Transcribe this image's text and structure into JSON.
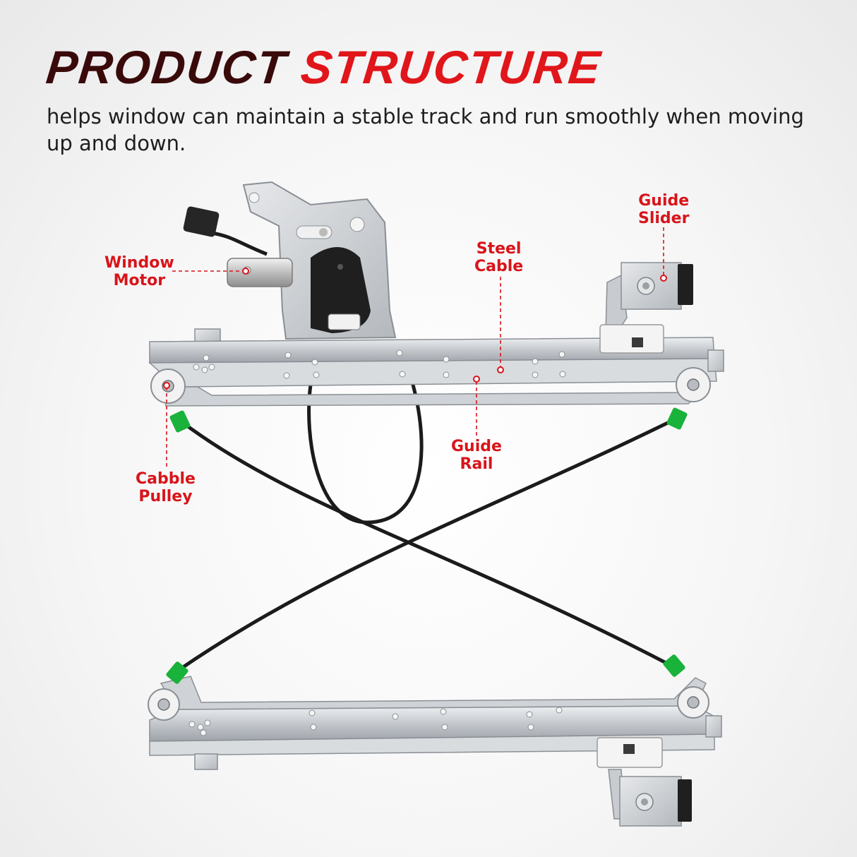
{
  "header": {
    "title_part1": "PRODUCT",
    "title_part2": "STRUCTURE",
    "subtitle": "helps window can maintain a stable track and run smoothly when moving up and down."
  },
  "callouts": {
    "window_motor": {
      "line1": "Window",
      "line2": "Motor"
    },
    "steel_cable": {
      "line1": "Steel",
      "line2": "Cable"
    },
    "guide_slider": {
      "line1": "Guide",
      "line2": "Slider"
    },
    "guide_rail": {
      "line1": "Guide",
      "line2": "Rail"
    },
    "cable_pulley": {
      "line1": "Cabble",
      "line2": "Pulley"
    }
  },
  "colors": {
    "accent_red": "#e0161b",
    "title_dark": "#3a0a0a",
    "cable_black": "#1b1b1b",
    "clip_green": "#19b23a",
    "steel": "#c9cdd2"
  }
}
